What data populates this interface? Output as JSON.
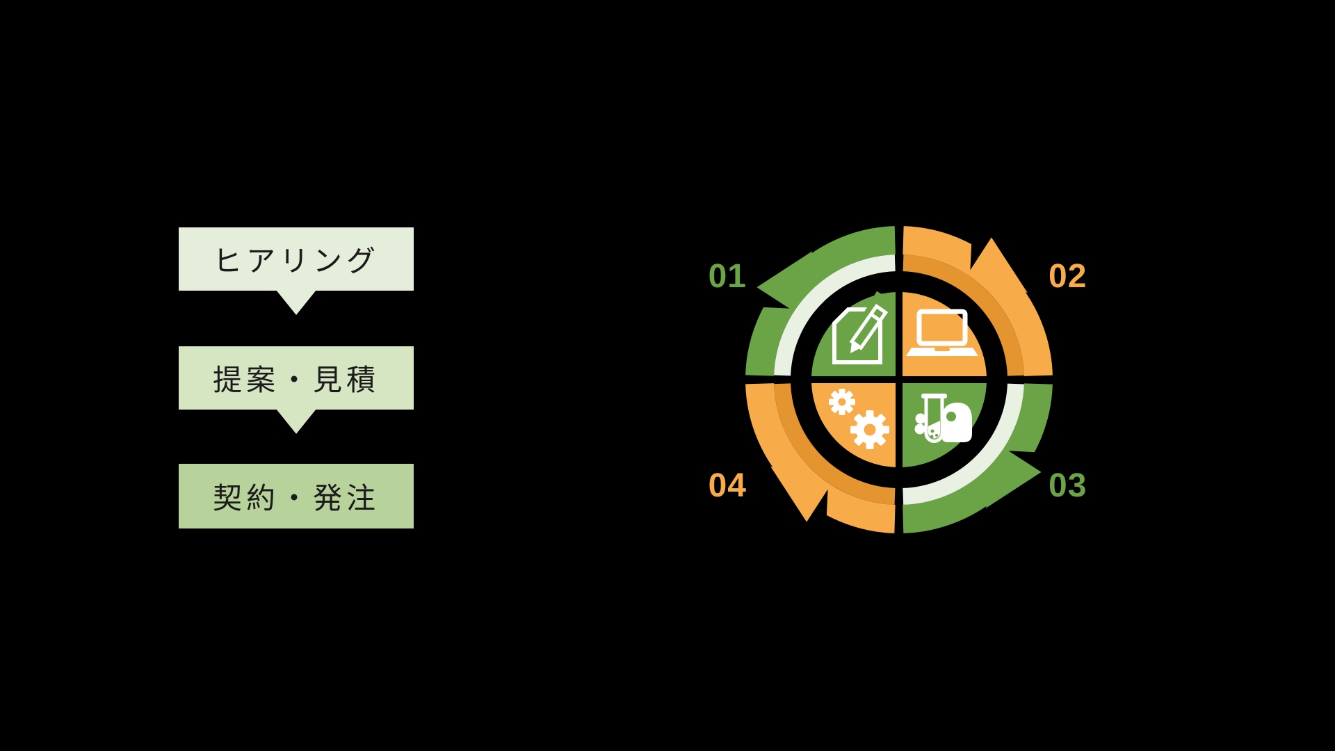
{
  "flow": {
    "steps": [
      {
        "label": "ヒアリング"
      },
      {
        "label": "提案・見積"
      },
      {
        "label": "契約・発注"
      }
    ]
  },
  "cycle": {
    "items": [
      {
        "number": "01",
        "color": "green",
        "icon": "document-pencil-icon"
      },
      {
        "number": "02",
        "color": "orange",
        "icon": "laptop-icon"
      },
      {
        "number": "03",
        "color": "green",
        "icon": "test-tube-hand-icon"
      },
      {
        "number": "04",
        "color": "orange",
        "icon": "gears-icon"
      }
    ]
  },
  "colors": {
    "bg": "#000000",
    "green": "#6BA446",
    "orange": "#F7AC49",
    "pale_green_band": "#E9F1E3",
    "dark_orange_band": "#E5952F",
    "step1_bg": "#E5EEDA",
    "step2_bg": "#D6E6C3",
    "step3_bg": "#B7D29B",
    "text": "#1B1B1B"
  }
}
